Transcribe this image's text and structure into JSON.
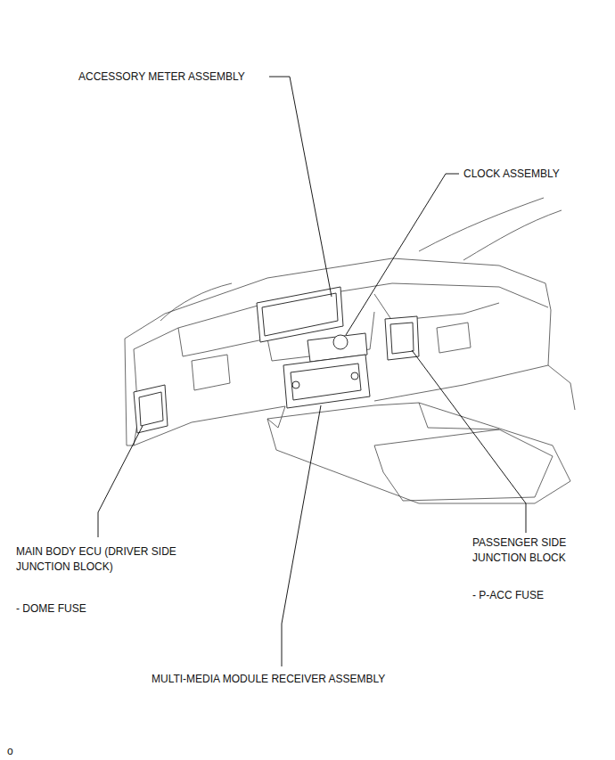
{
  "diagram": {
    "labels": [
      "ACCESSORY METER ASSEMBLY",
      "CLOCK ASSEMBLY",
      "MAIN BODY ECU (DRIVER SIDE JUNCTION BLOCK)",
      "- DOME FUSE",
      "PASSENGER SIDE JUNCTION BLOCK",
      "- P-ACC FUSE",
      "MULTI-MEDIA MODULE RECEIVER ASSEMBLY",
      "o"
    ]
  }
}
